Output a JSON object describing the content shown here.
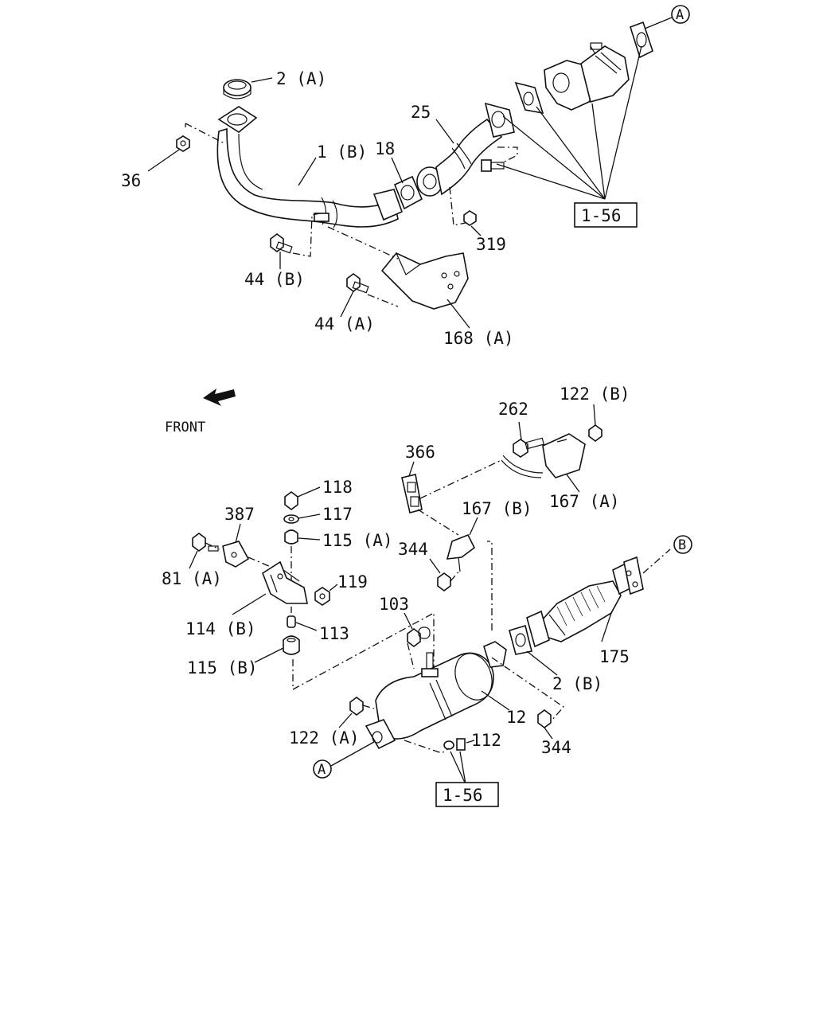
{
  "labels": {
    "p2a": "2 (A)",
    "p1b": "1 (B)",
    "p18": "18",
    "p25": "25",
    "p36": "36",
    "p319": "319",
    "p44b": "44 (B)",
    "p44a": "44 (A)",
    "p168a": "168 (A)",
    "ref_top": "1-56",
    "front": "FRONT",
    "p262": "262",
    "p122b": "122 (B)",
    "p366": "366",
    "p167b": "167 (B)",
    "p167a": "167 (A)",
    "p118": "118",
    "p117": "117",
    "p115a": "115 (A)",
    "p387": "387",
    "p344_upper": "344",
    "p81a": "81 (A)",
    "p119": "119",
    "p114b": "114 (B)",
    "p103": "103",
    "p113": "113",
    "p115b": "115 (B)",
    "p175": "175",
    "p2b": "2 (B)",
    "p12": "12",
    "p122a": "122 (A)",
    "p112": "112",
    "p344_lower": "344",
    "ref_bottom": "1-56"
  },
  "callouts": {
    "a_top": "A",
    "b_right": "B",
    "a_bottom": "A"
  }
}
